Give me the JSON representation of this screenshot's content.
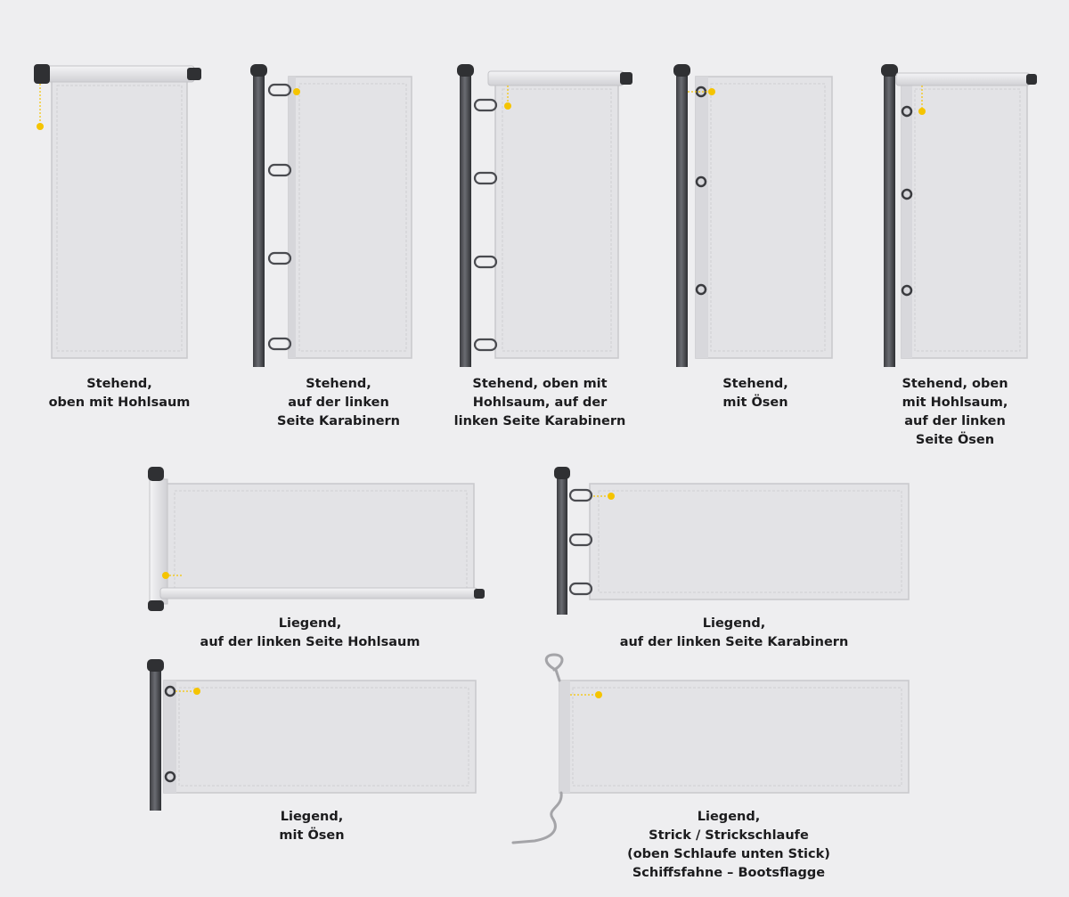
{
  "colors": {
    "background": "#eeeef0",
    "banner_fill": "#e3e3e6",
    "banner_hem": "#d2d2d6",
    "pole": "#505257",
    "pole_cap": "#2f3033",
    "marker": "#f5c400",
    "caption_text": "#1c1c1e"
  },
  "captions": {
    "item1": "Stehend,\noben mit Hohlsaum",
    "item2": "Stehend,\nauf der linken\nSeite Karabinern",
    "item3": "Stehend, oben mit\nHohlsaum, auf der\nlinken Seite Karabinern",
    "item4": "Stehend,\nmit Ösen",
    "item5": "Stehend, oben\nmit Hohlsaum,\nauf der linken\nSeite Ösen",
    "item6": "Liegend,\nauf der linken Seite Hohlsaum",
    "item7": "Liegend,\nauf der linken Seite Karabinern",
    "item8": "Liegend,\nmit Ösen",
    "item9": "Liegend,\nStrick / Strickschlaufe\n(oben Schlaufe unten Stick)\nSchiffsfahne – Bootsflagge"
  },
  "items": [
    {
      "id": "item1",
      "orientation": "portrait",
      "mount": "top-sleeve-rod"
    },
    {
      "id": "item2",
      "orientation": "portrait",
      "mount": "pole-carabiners"
    },
    {
      "id": "item3",
      "orientation": "portrait",
      "mount": "top-sleeve-rod-and-pole-carabiners"
    },
    {
      "id": "item4",
      "orientation": "portrait",
      "mount": "pole-eyelets"
    },
    {
      "id": "item5",
      "orientation": "portrait",
      "mount": "top-sleeve-rod-and-pole-eyelets"
    },
    {
      "id": "item6",
      "orientation": "landscape",
      "mount": "left-sleeve-pole"
    },
    {
      "id": "item7",
      "orientation": "landscape",
      "mount": "pole-carabiners"
    },
    {
      "id": "item8",
      "orientation": "landscape",
      "mount": "pole-eyelets"
    },
    {
      "id": "item9",
      "orientation": "landscape",
      "mount": "rope-loop"
    }
  ]
}
